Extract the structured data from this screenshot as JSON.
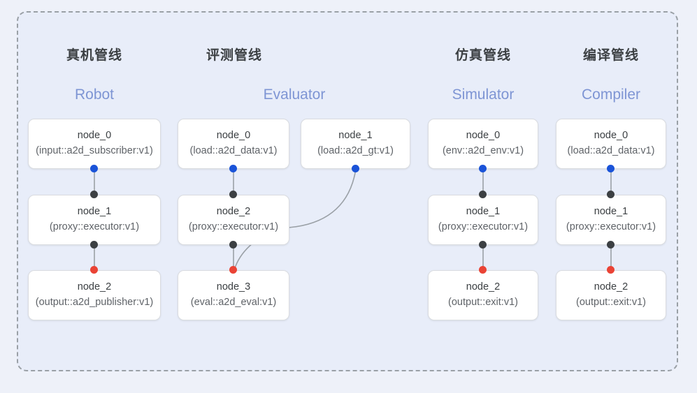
{
  "diagram": {
    "title_visible": false,
    "frame": {
      "style": "dashed",
      "color": "#9aa0a6"
    },
    "colors": {
      "outer_background": "#eef1f9",
      "panel_background": "#e8edf9",
      "node_background": "#ffffff",
      "node_border": "#dadce0",
      "edge_line": "#9aa0a6",
      "port_source": "#1a53d8",
      "port_middle": "#3c4043",
      "port_sink": "#ea4335",
      "title_cn": "#3c4043",
      "title_en": "#7e95d4"
    }
  },
  "columns": [
    {
      "id": "robot",
      "title_cn": "真机管线",
      "title_en": "Robot",
      "nodes": [
        {
          "name": "node_0",
          "type": "(input::a2d_subscriber:v1)"
        },
        {
          "name": "node_1",
          "type": "(proxy::executor:v1)"
        },
        {
          "name": "node_2",
          "type": "(output::a2d_publisher:v1)"
        }
      ]
    },
    {
      "id": "evaluator",
      "title_cn": "评测管线",
      "title_en": "Evaluator",
      "nodes": [
        {
          "name": "node_0",
          "type": "(load::a2d_data:v1)"
        },
        {
          "name": "node_2",
          "type": "(proxy::executor:v1)"
        },
        {
          "name": "node_3",
          "type": "(eval::a2d_eval:v1)"
        }
      ],
      "side_nodes": [
        {
          "name": "node_1",
          "type": "(load::a2d_gt:v1)"
        }
      ]
    },
    {
      "id": "simulator",
      "title_cn": "仿真管线",
      "title_en": "Simulator",
      "nodes": [
        {
          "name": "node_0",
          "type": "(env::a2d_env:v1)"
        },
        {
          "name": "node_1",
          "type": "(proxy::executor:v1)"
        },
        {
          "name": "node_2",
          "type": "(output::exit:v1)"
        }
      ]
    },
    {
      "id": "compiler",
      "title_cn": "编译管线",
      "title_en": "Compiler",
      "nodes": [
        {
          "name": "node_0",
          "type": "(load::a2d_data:v1)"
        },
        {
          "name": "node_1",
          "type": "(proxy::executor:v1)"
        },
        {
          "name": "node_2",
          "type": "(output::exit:v1)"
        }
      ]
    }
  ]
}
